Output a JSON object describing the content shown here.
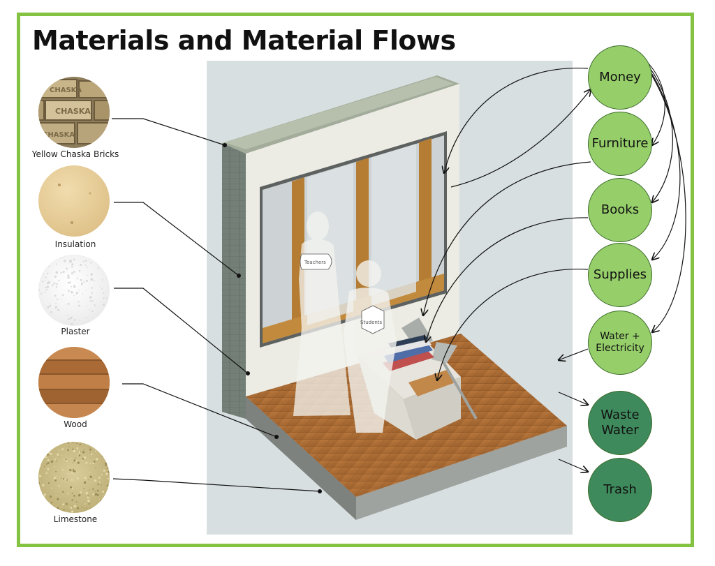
{
  "title": "Materials and Material Flows",
  "materials": [
    {
      "label": "Yellow Chaska Bricks",
      "brick_text": "CHASKA"
    },
    {
      "label": "Insulation"
    },
    {
      "label": "Plaster"
    },
    {
      "label": "Wood"
    },
    {
      "label": "Limestone"
    }
  ],
  "people": {
    "teachers": "Teachers",
    "students": "Students"
  },
  "flows": {
    "money": "Money",
    "furniture": "Furniture",
    "books": "Books",
    "supplies": "Supplies",
    "water_electricity": "Water + Electricity",
    "waste_water": "Waste Water",
    "trash": "Trash"
  },
  "colors": {
    "frame": "#84c341",
    "node_light": "#96ce6a",
    "node_dark": "#3f8a5c"
  }
}
